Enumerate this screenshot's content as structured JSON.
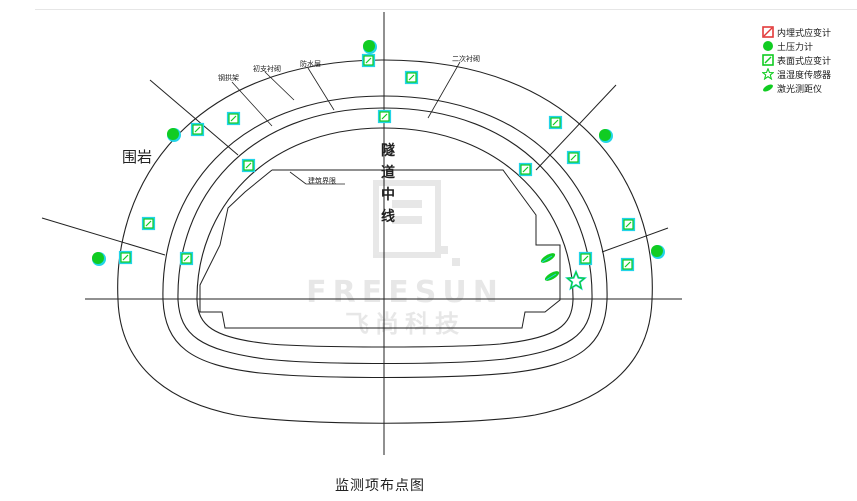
{
  "legend": {
    "items": [
      {
        "label": "内埋式应变计",
        "icon": "embedded-strain-gauge-icon",
        "color": "#e23a3a"
      },
      {
        "label": "土压力计",
        "icon": "earth-pressure-cell-icon",
        "color": "#11cc22"
      },
      {
        "label": "表面式应变计",
        "icon": "surface-strain-gauge-icon",
        "color": "#11cc22"
      },
      {
        "label": "温湿度传感器",
        "icon": "temperature-humidity-sensor-icon",
        "color": "#11cc22"
      },
      {
        "label": "激光测距仪",
        "icon": "laser-rangefinder-icon",
        "color": "#11cc22"
      }
    ]
  },
  "labels": {
    "surrounding_rock": "围岩",
    "steel_arch": "钢拱架",
    "initial_support": "初支衬砌",
    "waterproof_layer": "防水层",
    "secondary_lining": "二次衬砌",
    "tunnel_boundary": "建筑界限",
    "centerline": [
      "隧",
      "道",
      "中",
      "线"
    ]
  },
  "watermark": {
    "brand": "FREESUN",
    "cn": "飞尚科技"
  },
  "caption": "监测项布点图",
  "colors": {
    "line": "#222222",
    "sensor_green": "#11cc22",
    "sensor_cyan": "#22d4e8",
    "embedded_red": "#e23a3a"
  }
}
